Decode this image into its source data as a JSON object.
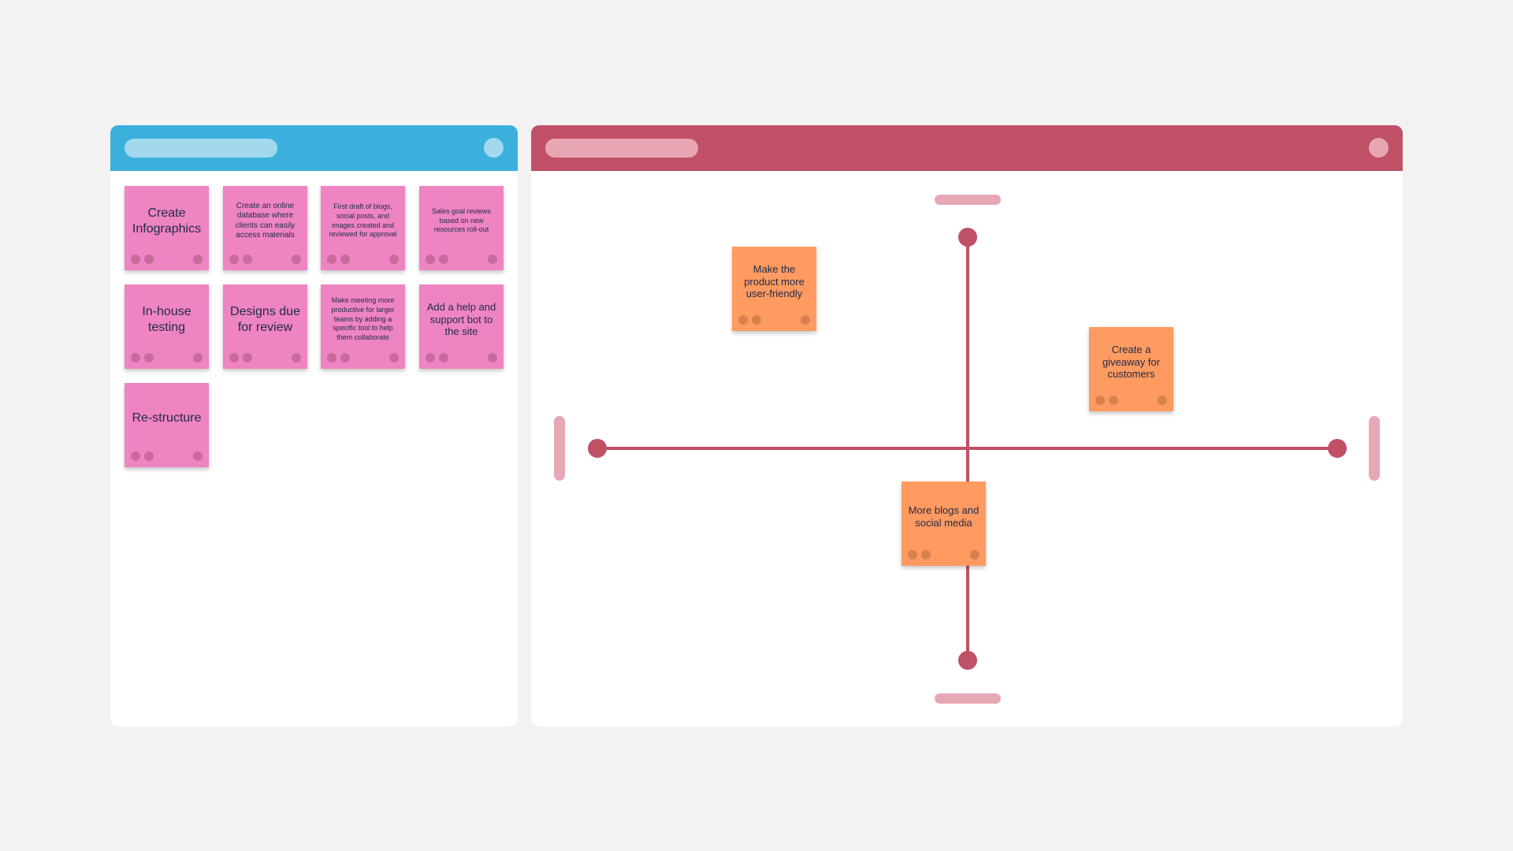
{
  "backlog_panel": {
    "header_color": "#3bb0dc",
    "notes": [
      {
        "text": "Create Infographics",
        "size": "t-lg"
      },
      {
        "text": "Create an online database where clients can easily access materials",
        "size": "t-sm"
      },
      {
        "text": "First draft of blogs, social posts, and images created and reviewed for approval",
        "size": "t-xs"
      },
      {
        "text": "Sales goal reviews based on new resources roll-out",
        "size": "t-xs"
      },
      {
        "text": "In-house testing",
        "size": "t-lg"
      },
      {
        "text": "Designs due for review",
        "size": "t-lg"
      },
      {
        "text": "Make meeting more productive for larger teams by adding a specific tool to help them collaborate",
        "size": "t-xs"
      },
      {
        "text": "Add a help and support bot to the site",
        "size": "t-md"
      },
      {
        "text": "Re-structure",
        "size": "t-lg"
      }
    ]
  },
  "matrix_panel": {
    "header_color": "#c05066",
    "notes": [
      {
        "text": "Make the product more user-friendly"
      },
      {
        "text": "Create a giveaway for customers"
      },
      {
        "text": "More blogs and social media"
      }
    ]
  }
}
